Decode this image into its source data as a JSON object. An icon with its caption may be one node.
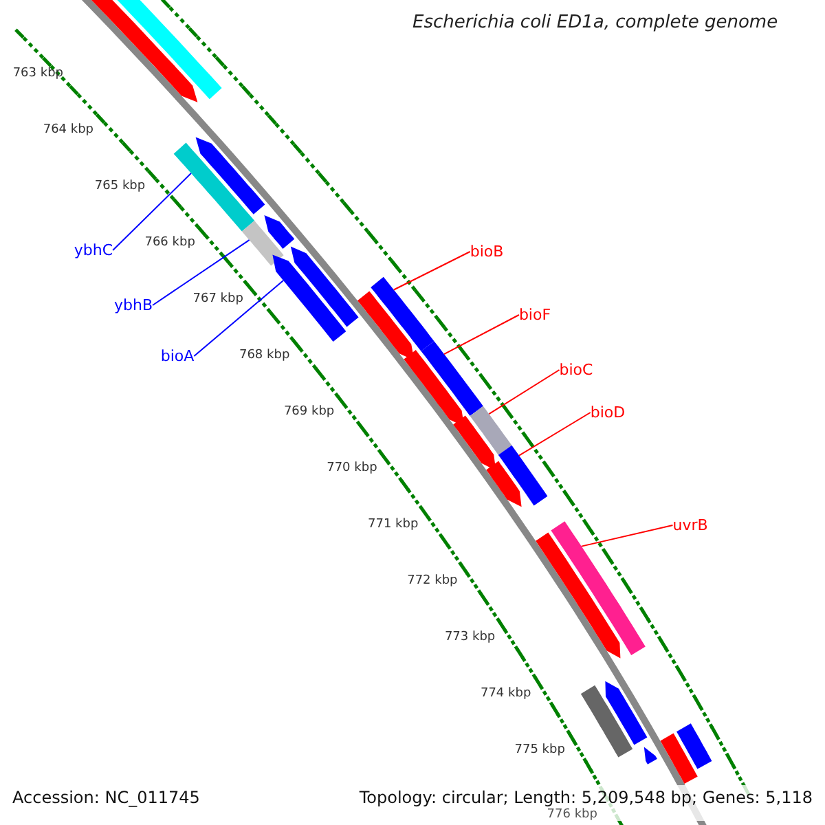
{
  "diagram": {
    "title": "Escherichia coli ED1a, complete genome",
    "nodes": [
      {
        "text": [
          "ybhC"
        ]
      },
      {
        "text": [
          "ybhB"
        ]
      },
      {
        "text": [
          "bioA"
        ]
      },
      {
        "text": [
          "bioB"
        ]
      },
      {
        "text": [
          "bioF"
        ]
      },
      {
        "text": [
          "bioC"
        ]
      },
      {
        "text": [
          "bioD"
        ]
      },
      {
        "text": [
          "uvrB"
        ]
      },
      {
        "text": [],
        "shape": "bar"
      },
      {
        "text": [],
        "shape": "bar"
      },
      {
        "text": [],
        "shape": "bar"
      },
      {
        "text": [],
        "shape": "bar"
      },
      {
        "text": [],
        "shape": "bar"
      },
      {
        "text": [],
        "shape": "bar"
      },
      {
        "text": [],
        "shape": "bar"
      },
      {
        "text": [],
        "shape": "bar"
      },
      {
        "text": [],
        "shape": "bar"
      },
      {
        "text": [],
        "shape": "bar"
      },
      {
        "text": [],
        "shape": "bar"
      },
      {
        "text": [],
        "shape": "bar"
      },
      {
        "text": [],
        "shape": "bar"
      },
      {
        "text": [],
        "shape": "bar"
      },
      {
        "text": [],
        "shape": "bar"
      },
      {
        "text": [],
        "shape": "bar"
      },
      {
        "text": [],
        "shape": "bar"
      },
      {
        "text": [],
        "shape": "bar"
      },
      {
        "text": [],
        "shape": "bar"
      },
      {
        "text": [],
        "shape": "bar"
      },
      {
        "text": [],
        "shape": "bar"
      },
      {
        "text": [],
        "shape": "bar"
      },
      {
        "text": [],
        "shape": "bar"
      }
    ],
    "edges": [
      {
        "from": 0,
        "to": 10,
        "arrow": "none",
        "color": "#0000ff"
      },
      {
        "from": 1,
        "to": 12,
        "arrow": "none",
        "color": "#0000ff"
      },
      {
        "from": 2,
        "to": 14,
        "arrow": "none",
        "color": "#0000ff"
      },
      {
        "from": 3,
        "to": 16,
        "arrow": "none"
      },
      {
        "from": 4,
        "to": 19,
        "arrow": "none"
      },
      {
        "from": 5,
        "to": 21,
        "arrow": "none"
      },
      {
        "from": 6,
        "to": 22,
        "arrow": "none"
      },
      {
        "from": 7,
        "to": 25,
        "arrow": "none"
      }
    ],
    "labels": [
      "763 kbp",
      "764 kbp",
      "765 kbp",
      "766 kbp",
      "767 kbp",
      "768 kbp",
      "769 kbp",
      "770 kbp",
      "771 kbp",
      "772 kbp",
      "773 kbp",
      "774 kbp",
      "775 kbp",
      "776 kbp",
      "Accession: NC_011745",
      "Topology: circular; Length: 5,209,548 bp; Genes: 5,118"
    ]
  }
}
